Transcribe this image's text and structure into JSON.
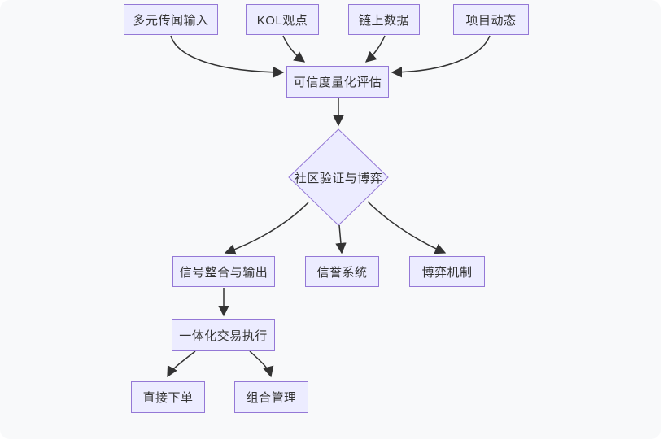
{
  "diagram": {
    "type": "flowchart",
    "direction": "top-down",
    "nodes": [
      {
        "id": "A",
        "label": "多元传闻输入",
        "shape": "rect"
      },
      {
        "id": "B",
        "label": "KOL观点",
        "shape": "rect"
      },
      {
        "id": "C",
        "label": "链上数据",
        "shape": "rect"
      },
      {
        "id": "D",
        "label": "项目动态",
        "shape": "rect"
      },
      {
        "id": "E",
        "label": "可信度量化评估",
        "shape": "rect"
      },
      {
        "id": "F",
        "label": "社区验证与博弈",
        "shape": "diamond"
      },
      {
        "id": "G",
        "label": "信号整合与输出",
        "shape": "rect"
      },
      {
        "id": "H",
        "label": "信誉系统",
        "shape": "rect"
      },
      {
        "id": "I",
        "label": "博弈机制",
        "shape": "rect"
      },
      {
        "id": "J",
        "label": "一体化交易执行",
        "shape": "rect"
      },
      {
        "id": "K",
        "label": "直接下单",
        "shape": "rect"
      },
      {
        "id": "L",
        "label": "组合管理",
        "shape": "rect"
      }
    ],
    "edges": [
      {
        "from": "多元传闻输入",
        "to": "可信度量化评估"
      },
      {
        "from": "KOL观点",
        "to": "可信度量化评估"
      },
      {
        "from": "链上数据",
        "to": "可信度量化评估"
      },
      {
        "from": "项目动态",
        "to": "可信度量化评估"
      },
      {
        "from": "可信度量化评估",
        "to": "社区验证与博弈"
      },
      {
        "from": "社区验证与博弈",
        "to": "信号整合与输出"
      },
      {
        "from": "社区验证与博弈",
        "to": "信誉系统"
      },
      {
        "from": "社区验证与博弈",
        "to": "博弈机制"
      },
      {
        "from": "信号整合与输出",
        "to": "一体化交易执行"
      },
      {
        "from": "一体化交易执行",
        "to": "直接下单"
      },
      {
        "from": "一体化交易执行",
        "to": "组合管理"
      }
    ],
    "colors": {
      "node_fill": "#ECECFF",
      "node_border": "#9370DB",
      "edge": "#333333",
      "text": "#333333",
      "canvas": "#F8F9FA",
      "page": "#FFFFFF"
    }
  }
}
